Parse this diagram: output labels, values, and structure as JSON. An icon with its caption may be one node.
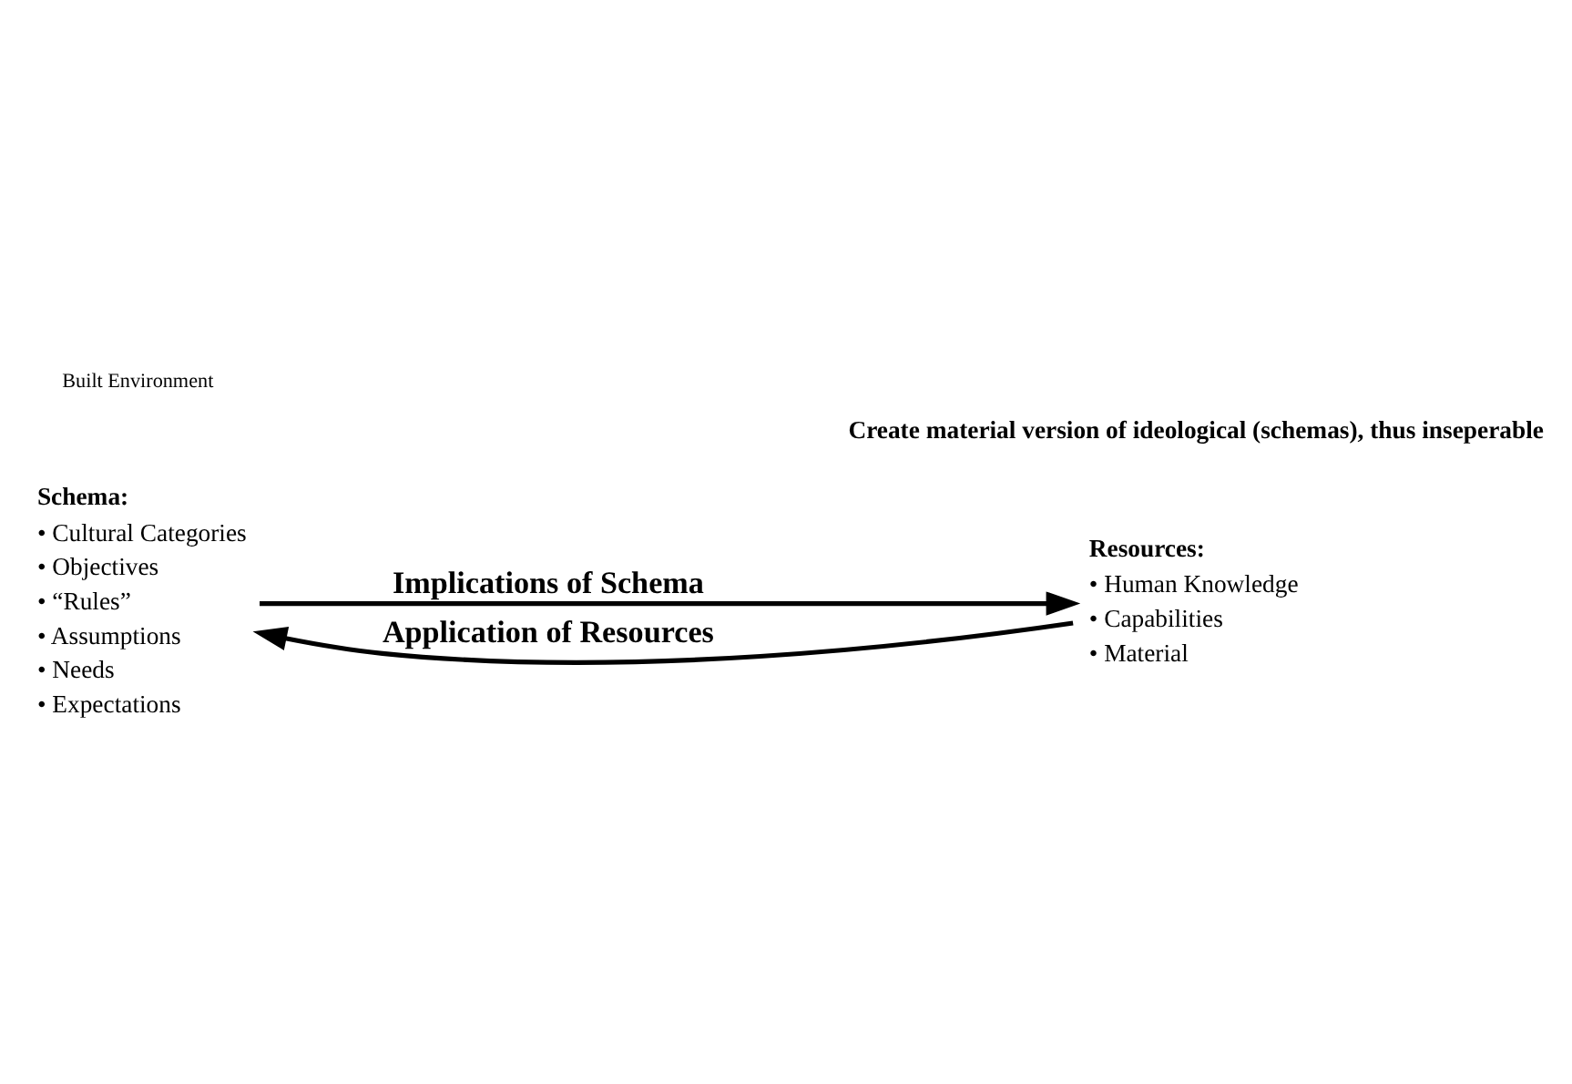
{
  "diagram": {
    "nodes": [
      {
        "text": [
          "Schema:",
          "• Cultural Categories",
          "• Objectives",
          "• “Rules”",
          "• Assumptions",
          "• Needs",
          "• Expectations"
        ]
      },
      {
        "text": [
          "Resources:",
          "• Human Knowledge",
          "• Capabilities",
          "• Material"
        ]
      }
    ],
    "edges": [
      {
        "from": 0,
        "to": 1,
        "arrow": "to",
        "label": "Implications of Schema"
      },
      {
        "from": 1,
        "to": 0,
        "arrow": "to",
        "label": "Application of Resources"
      }
    ],
    "labels": [
      "Create material version of ideological (schemas), thus inseperable",
      "Built Environment"
    ]
  }
}
